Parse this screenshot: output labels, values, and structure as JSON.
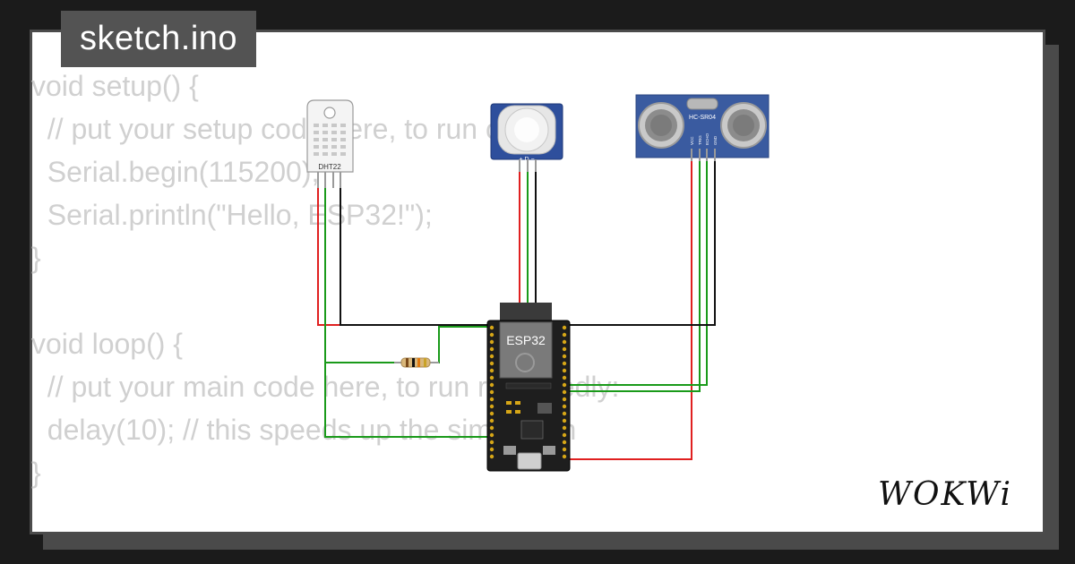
{
  "file_tab": {
    "label": "sketch.ino"
  },
  "code_lines": [
    "void setup() {",
    "  // put your setup code here, to run once:",
    "  Serial.begin(115200);",
    "  Serial.println(\"Hello, ESP32!\");",
    "}",
    "",
    "void loop() {",
    "  // put your main code here, to run repeatedly:",
    "  delay(10); // this speeds up the simulation",
    "}"
  ],
  "components": {
    "dht22": {
      "label": "DHT22"
    },
    "pir": {
      "label": "+ D −"
    },
    "hcsr04": {
      "label": "HC-SR04",
      "pins": [
        "VCC",
        "TRIG",
        "ECHO",
        "GND"
      ]
    },
    "esp32": {
      "label": "ESP32"
    },
    "resistor": {
      "label": ""
    }
  },
  "wire_colors": {
    "power": "#e02020",
    "ground": "#111111",
    "signal": "#1a9a1a"
  },
  "logo": {
    "text": "WOKWi"
  },
  "colors": {
    "background": "#1b1b1b",
    "card": "#ffffff",
    "tab": "#535353",
    "code": "#d0d0d0",
    "sensor_blue": "#3a5ba0"
  }
}
